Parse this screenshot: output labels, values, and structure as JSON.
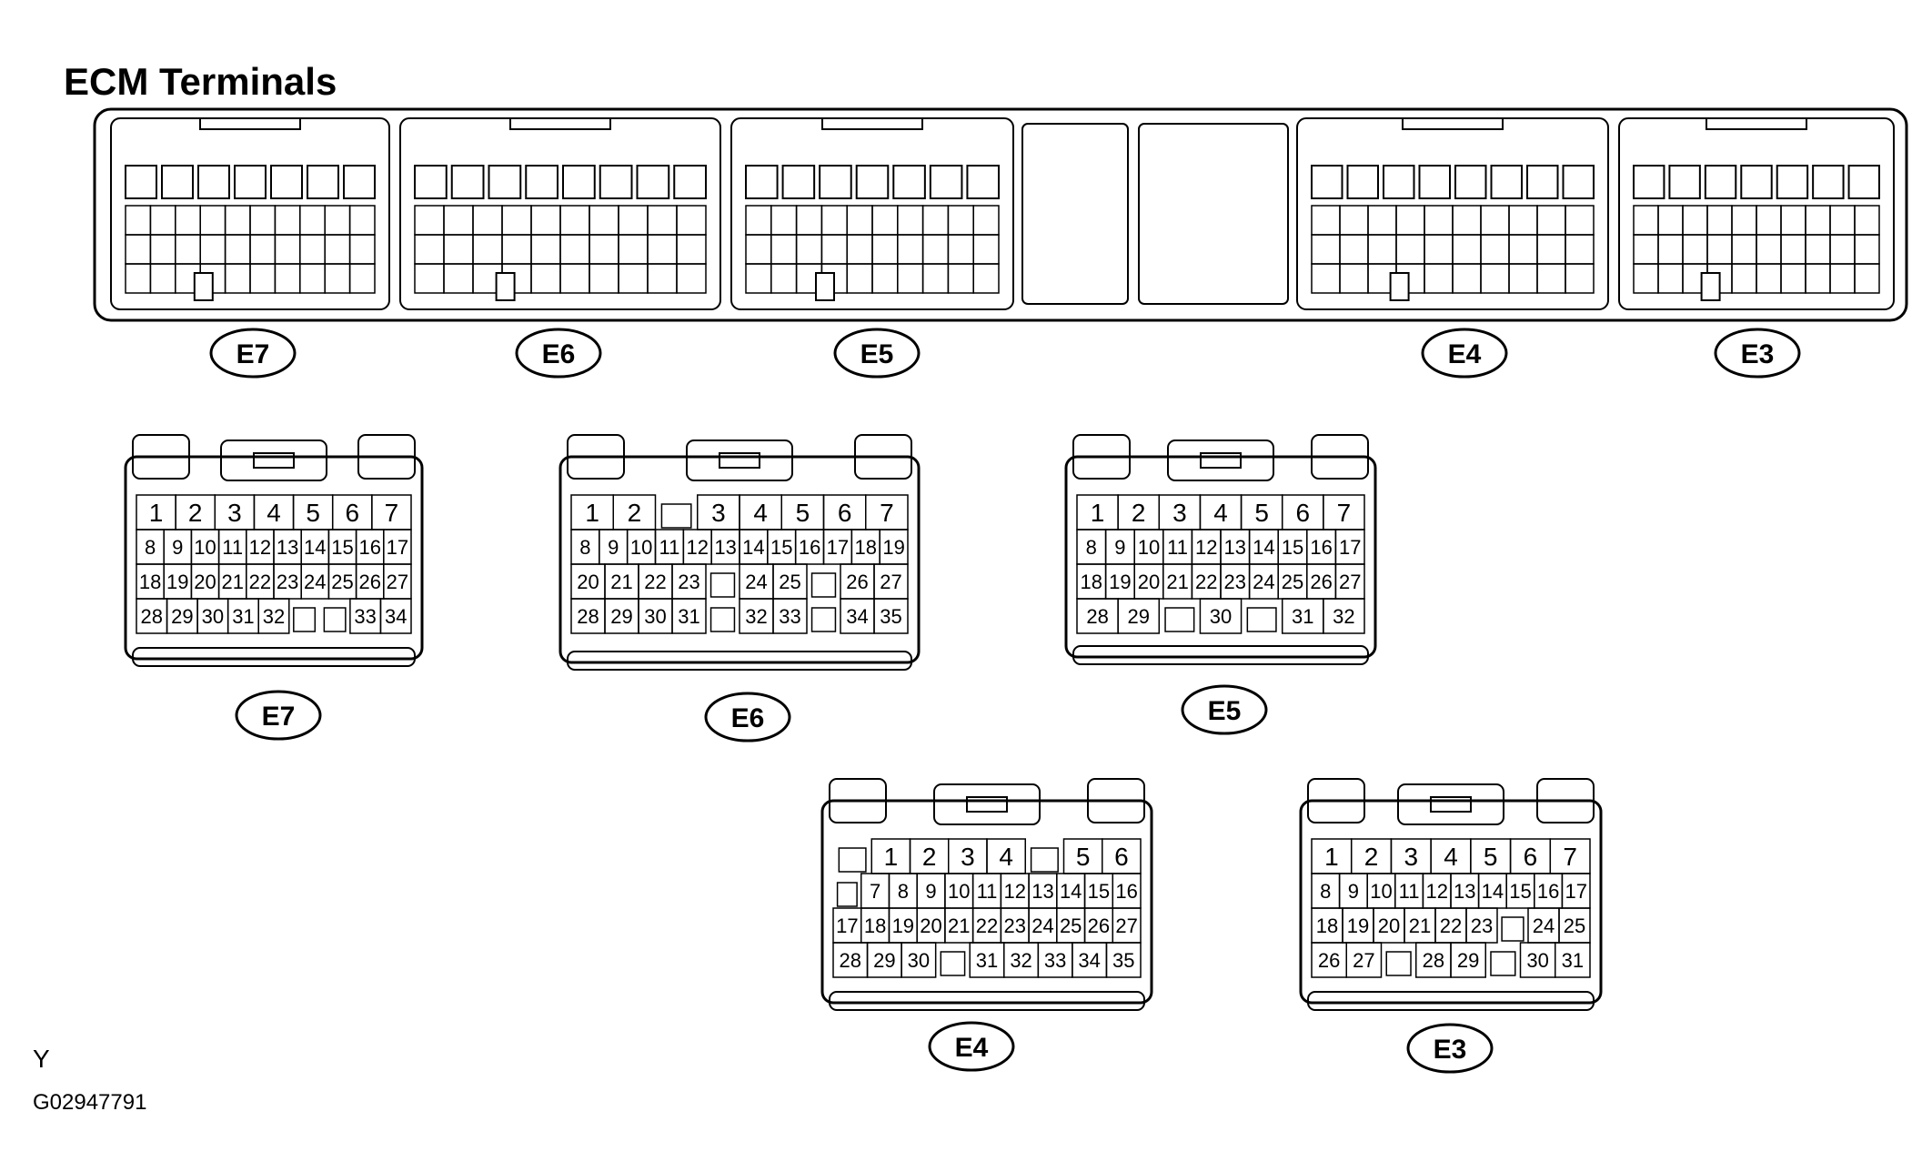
{
  "title": "ECM Terminals",
  "footer": {
    "axis_letter": "Y",
    "figure_id": "G02947791"
  },
  "ecm_header": {
    "labels": [
      "E7",
      "E6",
      "E5",
      "E4",
      "E3"
    ]
  },
  "connectors": [
    {
      "label": "E7",
      "rows": [
        [
          "1",
          "2",
          "3",
          "4",
          "5",
          "6",
          "7"
        ],
        [
          "8",
          "9",
          "10",
          "11",
          "12",
          "13",
          "14",
          "15",
          "16",
          "17"
        ],
        [
          "18",
          "19",
          "20",
          "21",
          "22",
          "23",
          "24",
          "25",
          "26",
          "27"
        ],
        [
          "28",
          "29",
          "30",
          "31",
          "32",
          "",
          "",
          "33",
          "34"
        ]
      ]
    },
    {
      "label": "E6",
      "rows": [
        [
          "1",
          "2",
          "",
          "3",
          "4",
          "5",
          "6",
          "7"
        ],
        [
          "8",
          "9",
          "10",
          "11",
          "12",
          "13",
          "14",
          "15",
          "16",
          "17",
          "18",
          "19"
        ],
        [
          "20",
          "21",
          "22",
          "23",
          "",
          "24",
          "25",
          "",
          "26",
          "27"
        ],
        [
          "28",
          "29",
          "30",
          "31",
          "",
          "32",
          "33",
          "",
          "34",
          "35"
        ]
      ]
    },
    {
      "label": "E5",
      "rows": [
        [
          "1",
          "2",
          "3",
          "4",
          "5",
          "6",
          "7"
        ],
        [
          "8",
          "9",
          "10",
          "11",
          "12",
          "13",
          "14",
          "15",
          "16",
          "17"
        ],
        [
          "18",
          "19",
          "20",
          "21",
          "22",
          "23",
          "24",
          "25",
          "26",
          "27"
        ],
        [
          "28",
          "29",
          "",
          "30",
          "",
          "31",
          "32"
        ]
      ]
    },
    {
      "label": "E4",
      "rows": [
        [
          "",
          "1",
          "2",
          "3",
          "4",
          "",
          "5",
          "6"
        ],
        [
          "",
          "7",
          "8",
          "9",
          "10",
          "11",
          "12",
          "13",
          "14",
          "15",
          "16"
        ],
        [
          "17",
          "18",
          "19",
          "20",
          "21",
          "22",
          "23",
          "24",
          "25",
          "26",
          "27"
        ],
        [
          "28",
          "29",
          "30",
          "",
          "31",
          "32",
          "33",
          "34",
          "35"
        ]
      ]
    },
    {
      "label": "E3",
      "rows": [
        [
          "1",
          "2",
          "3",
          "4",
          "5",
          "6",
          "7"
        ],
        [
          "8",
          "9",
          "10",
          "11",
          "12",
          "13",
          "14",
          "15",
          "16",
          "17"
        ],
        [
          "18",
          "19",
          "20",
          "21",
          "22",
          "23",
          "",
          "24",
          "25"
        ],
        [
          "26",
          "27",
          "",
          "28",
          "29",
          "",
          "30",
          "31"
        ]
      ]
    }
  ]
}
